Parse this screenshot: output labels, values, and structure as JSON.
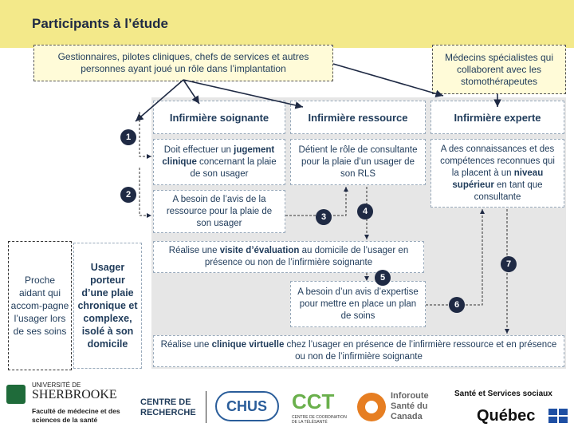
{
  "title": "Participants à l’étude",
  "top": {
    "managers": "Gestionnaires, pilotes cliniques, chefs de services et autres personnes ayant joué un rôle dans l’implantation",
    "specialists": "Médecins spécialistes qui collaborent avec les stomothérapeutes"
  },
  "columns": {
    "nurse": "Infirmière soignante",
    "resource": "Infirmière ressource",
    "expert": "Infirmière experte"
  },
  "cells": {
    "nurse_judgment_a": "Doit effectuer un ",
    "nurse_judgment_b": "jugement clinique",
    "nurse_judgment_c": " concernant la plaie de son usager",
    "resource_role": "Détient le rôle de consultante pour la plaie d’un usager de son RLS",
    "expert_knowledge_a": "A des connaissances et des compétences reconnues qui la placent à un ",
    "expert_knowledge_b": "niveau supérieur",
    "expert_knowledge_c": " en tant que consultante",
    "nurse_needs": "A besoin de l’avis de la ressource pour la plaie de son usager",
    "visit_a": "Réalise une ",
    "visit_b": "visite d’évaluation",
    "visit_c": " au domicile de l’usager en présence ou non de l’infirmière soignante",
    "resource_needs": "A besoin d’un avis d’expertise pour mettre en place un plan de soins",
    "virtual_a": "Réalise une ",
    "virtual_b": "clinique virtuelle",
    "virtual_c": " chez l’usager en présence de l’infirmière ressource et en présence ou non de l’infirmière soignante"
  },
  "side": {
    "caregiver": "Proche aidant qui accom-pagne l’usager lors de ses soins",
    "patient": "Usager porteur d’une plaie chronique et complexe, isolé à son domicile"
  },
  "steps": [
    "1",
    "2",
    "3",
    "4",
    "5",
    "6",
    "7"
  ],
  "footer": {
    "udes_top": "UNIVERSITÉ DE",
    "udes_name": "SHERBROOKE",
    "udes_faculty": "Faculté de médecine et des sciences de la santé",
    "centre": "CENTRE DE RECHERCHE",
    "chus": "CHUS",
    "cct": "CCT",
    "cct_sub": "CENTRE DE COORDINATION DE LA TÉLÉSANTÉ",
    "inforoute": "Inforoute Santé du Canada",
    "msss": "Santé et Services sociaux",
    "quebec": "Québec"
  },
  "colors": {
    "header": "#f3e98a",
    "navy": "#1f2a44",
    "text": "#1f3b5a",
    "grid": "#e6e6e6",
    "accent_red": "#c0392b",
    "accent_green": "#6ab04c",
    "accent_orange": "#e67e22"
  }
}
